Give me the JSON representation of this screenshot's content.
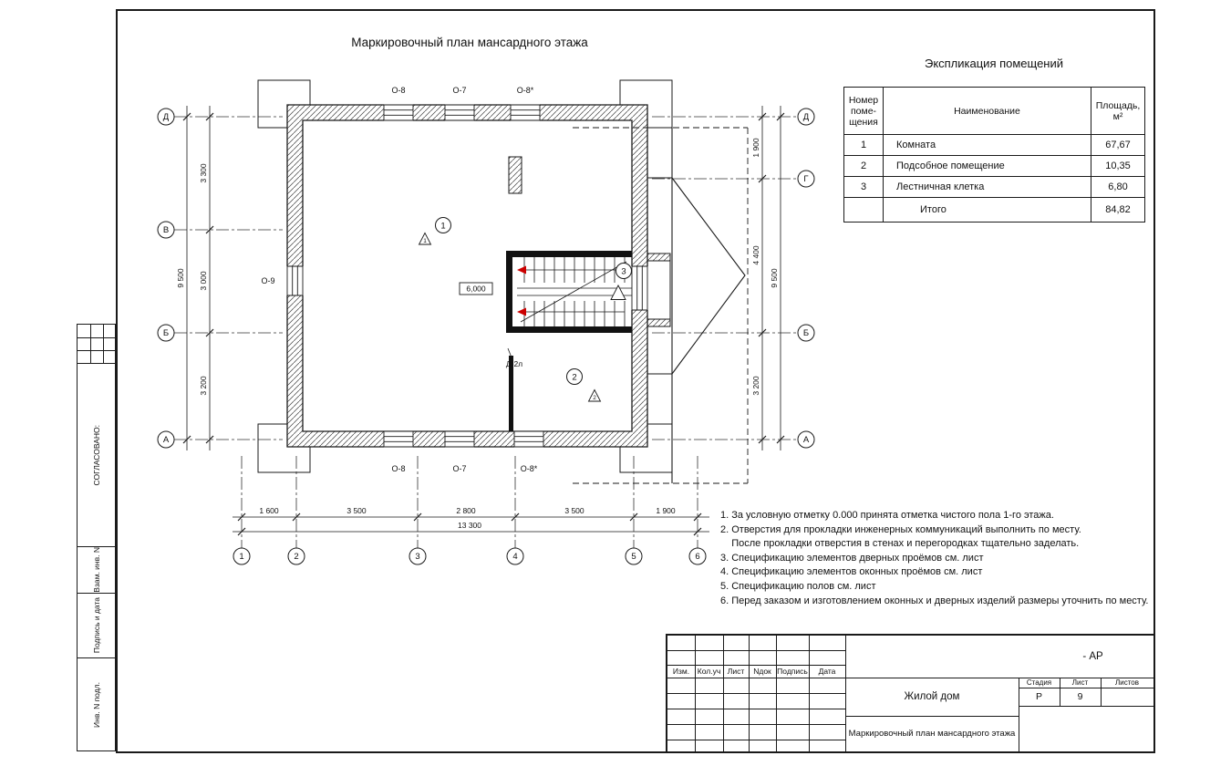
{
  "sheet": {
    "drawing_title": "Маркировочный план мансардного этажа"
  },
  "stamp_left": {
    "approved": "СОГЛАСОВАНО:",
    "vzam": "Взам. инв. N",
    "podpis": "Подпись и дата",
    "inv": "Инв. N подл."
  },
  "explication": {
    "title": "Экспликация помещений",
    "col_num": "Номер\nпоме-\nщения",
    "col_name": "Наименование",
    "col_area": "Площадь,\nм²",
    "rows": [
      {
        "num": "1",
        "name": "Комната",
        "area": "67,67"
      },
      {
        "num": "2",
        "name": "Подсобное помещение",
        "area": "10,35"
      },
      {
        "num": "3",
        "name": "Лестничная клетка",
        "area": "6,80"
      },
      {
        "num": "",
        "name": "Итого",
        "area": "84,82"
      }
    ]
  },
  "plan": {
    "win_top": [
      "О-8",
      "О-7",
      "О-8*"
    ],
    "win_bottom": [
      "О-8",
      "О-7",
      "О-8*"
    ],
    "win_left": "О-9",
    "axes_left": [
      "Д",
      "В",
      "Б",
      "А"
    ],
    "axes_right": [
      "Д",
      "Г",
      "Б",
      "А"
    ],
    "axes_bottom": [
      "1",
      "2",
      "3",
      "4",
      "5",
      "6"
    ],
    "dims_left": [
      "3 300",
      "3 000",
      "3 200"
    ],
    "dims_left_total": "9 500",
    "dims_right": [
      "1 900",
      "4 400",
      "3 200"
    ],
    "dims_right_total": "9 500",
    "dims_bottom": [
      "1 600",
      "3 500",
      "2 800",
      "3 500",
      "1 900"
    ],
    "dims_bottom_total": "13 300",
    "rooms": [
      "1",
      "2",
      "3"
    ],
    "floor_marks": [
      "1",
      "2"
    ],
    "level": "6,000",
    "door": "Д-2л",
    "accent_color": "#cc0000"
  },
  "notes": [
    "1. За условную отметку 0.000 принята отметка чистого пола 1-го этажа.",
    "2. Отверстия для прокладки инженерных коммуникаций выполнить по месту.",
    "    После прокладки отверстия в стенах и перегородках тщательно заделать.",
    "3. Спецификацию элементов дверных проёмов см. лист",
    "4. Спецификацию элементов оконных проёмов см. лист",
    "5. Спецификацию полов см. лист",
    "6. Перед заказом и изготовлением оконных и дверных изделий размеры уточнить по месту."
  ],
  "titleblock": {
    "code": "- АР",
    "cols": [
      "Изм.",
      "Кол.уч",
      "Лист",
      "Nдок",
      "Подпись",
      "Дата"
    ],
    "project": "Жилой дом",
    "doc_title": "Маркировочный план мансардного этажа",
    "stage_label": "Стадия",
    "sheet_label": "Лист",
    "sheets_label": "Листов",
    "stage": "Р",
    "sheet": "9"
  }
}
